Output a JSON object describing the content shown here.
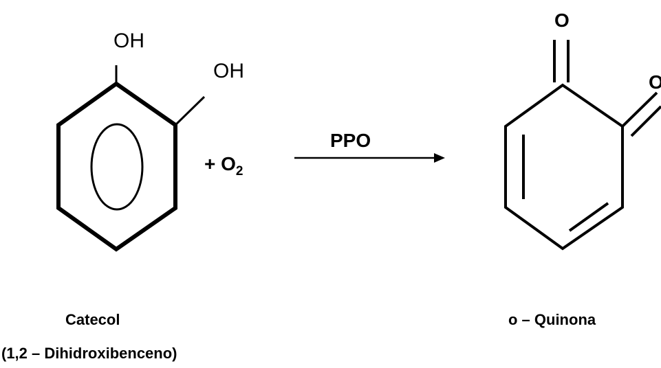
{
  "reactant": {
    "oh_top": "OH",
    "oh_right": "OH",
    "name": "Catecol",
    "iupac": "(1,2 – Dihidroxibenceno)"
  },
  "reagent": {
    "plus": "+ O",
    "subscript": "2"
  },
  "arrow": {
    "label": "PPO"
  },
  "product": {
    "o_top": "O",
    "o_right": "O",
    "name": "o – Quinona"
  },
  "colors": {
    "ink": "#000000",
    "background": "#ffffff"
  }
}
